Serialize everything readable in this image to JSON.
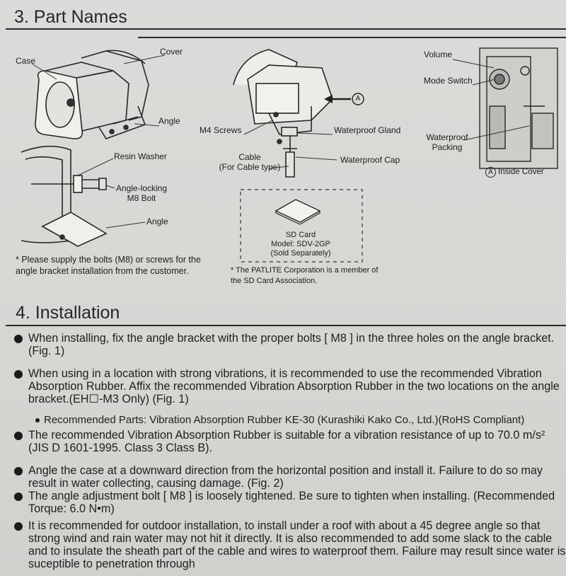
{
  "section3": {
    "title": "3. Part Names",
    "labels": {
      "case": "Case",
      "cover": "Cover",
      "angle_top": "Angle",
      "resin_washer": "Resin Washer",
      "angle_locking_1": "Angle-locking",
      "angle_locking_2": "M8 Bolt",
      "angle_bottom": "Angle",
      "m4_screws": "M4 Screws",
      "waterproof_gland": "Waterproof Gland",
      "marker_a": "A",
      "cable_1": "Cable",
      "cable_2": "(For Cable type)",
      "waterproof_cap": "Waterproof Cap",
      "volume": "Volume",
      "mode_switch": "Mode Switch",
      "waterproof_packing_1": "Waterproof",
      "waterproof_packing_2": "Packing",
      "inside_cover": "Inside Cover"
    },
    "sd_card": {
      "line1": "SD Card",
      "line2": "Model: SDV-2GP",
      "line3": "(Sold Separately)"
    },
    "note_bolts": "* Please supply the bolts (M8) or screws for the angle bracket installation from the customer.",
    "note_sd": "* The PATLITE Corporation is a member of the SD Card Association."
  },
  "section4": {
    "title": "4. Installation",
    "bullets": [
      "When installing, fix the angle bracket with the proper bolts [ M8 ] in the three holes on the angle bracket. (Fig. 1)",
      "When using in a location with strong vibrations, it is recommended to use the recommended Vibration Absorption Rubber. Affix the recommended Vibration Absorption Rubber in the two locations on the angle bracket.(EH☐-M3 Only) (Fig. 1)",
      "The recommended Vibration Absorption Rubber is suitable for a vibration resistance of up to 70.0 m/s² (JIS D 1601-1995. Class 3 Class B).",
      "Angle the case at a downward direction from the horizontal position and install it.  Failure to do so may result in water collecting, causing damage. (Fig. 2)",
      "The angle adjustment bolt [ M8 ] is loosely tightened.  Be sure to tighten when installing. (Recommended Torque: 6.0 N•m)",
      "It is recommended for outdoor installation, to install under a roof with about a 45 degree angle so that strong wind and rain water may not hit it directly.  It is also recommended to add some slack to the cable and to insulate the sheath part of the cable and wires to waterproof them. Failure may result since water is suceptible to penetration through"
    ],
    "sub_bullet": "Recommended Parts: Vibration Absorption Rubber KE-30 (Kurashiki Kako Co., Ltd.)(RoHS Compliant)"
  }
}
